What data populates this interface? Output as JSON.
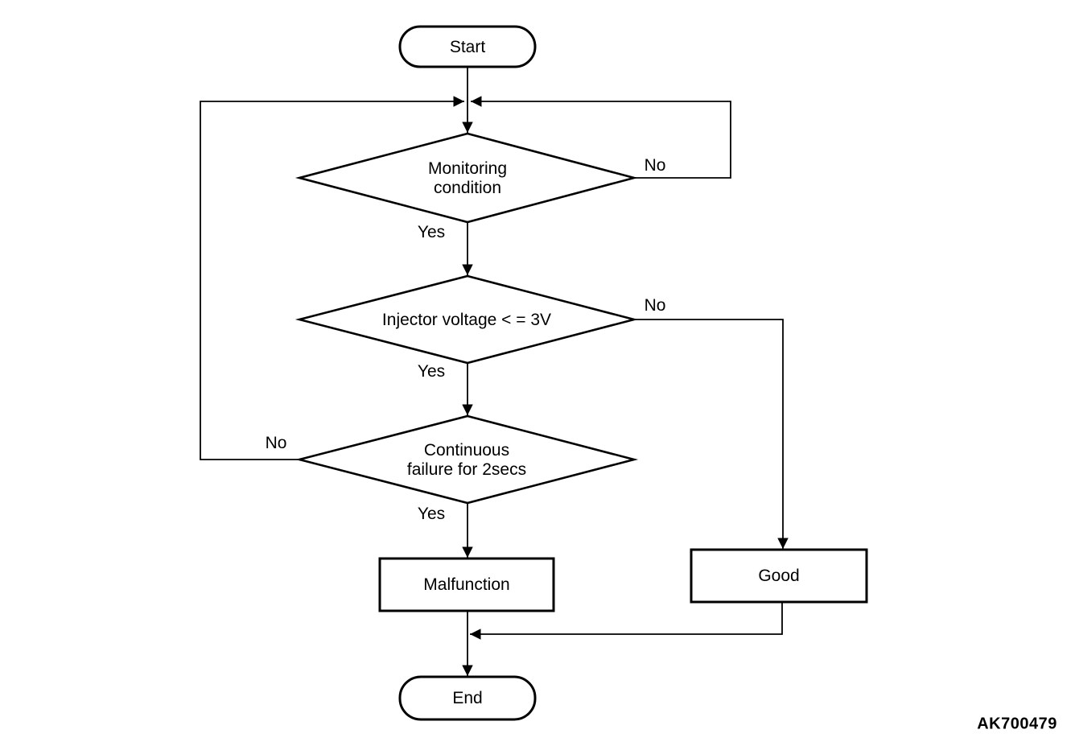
{
  "figure_code": "AK700479",
  "colors": {
    "stroke": "#000000",
    "background": "#ffffff",
    "text": "#000000"
  },
  "nodes": {
    "start": {
      "type": "terminator",
      "label": "Start"
    },
    "decision1": {
      "type": "decision",
      "lines": [
        "Monitoring",
        "condition"
      ]
    },
    "decision2": {
      "type": "decision",
      "lines": [
        "Injector voltage < = 3V"
      ]
    },
    "decision3": {
      "type": "decision",
      "lines": [
        "Continuous",
        "failure for 2secs"
      ]
    },
    "malfunction": {
      "type": "process",
      "label": "Malfunction"
    },
    "good": {
      "type": "process",
      "label": "Good"
    },
    "end": {
      "type": "terminator",
      "label": "End"
    }
  },
  "edge_labels": {
    "decision1_yes": "Yes",
    "decision1_no": "No",
    "decision2_yes": "Yes",
    "decision2_no": "No",
    "decision3_yes": "Yes",
    "decision3_no": "No"
  }
}
